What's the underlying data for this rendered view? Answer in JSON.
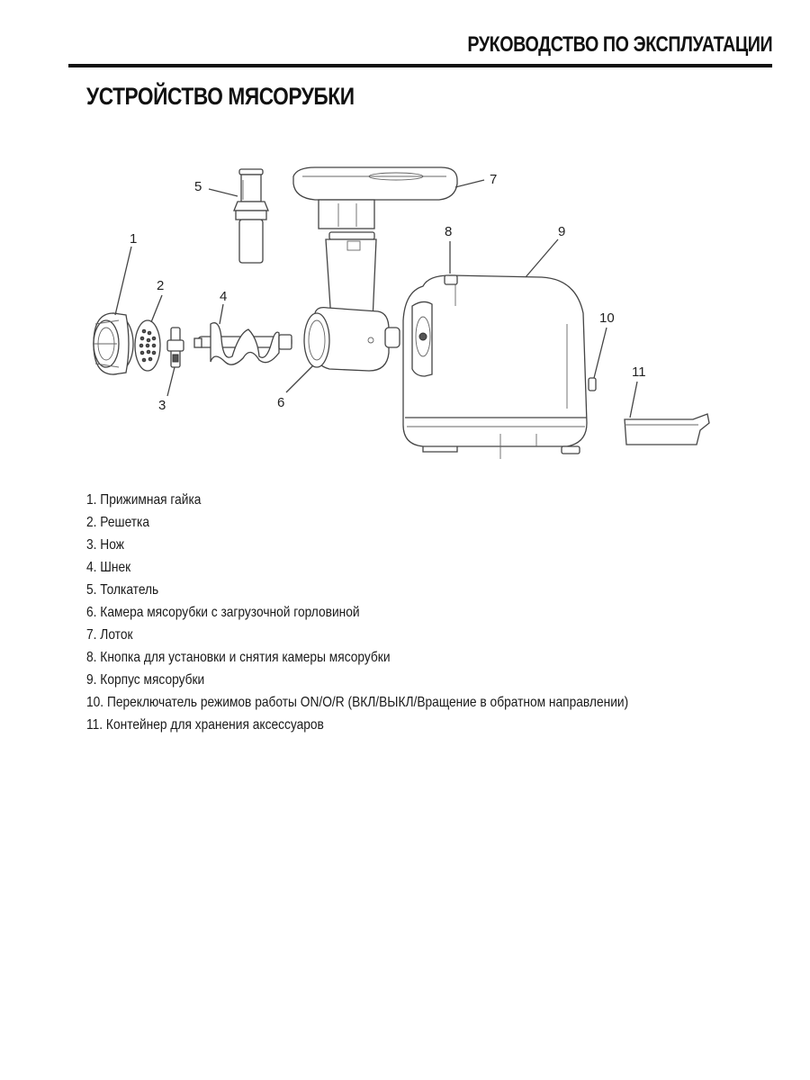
{
  "header": {
    "title": "РУКОВОДСТВО ПО ЭКСПЛУАТАЦИИ"
  },
  "section": {
    "title": "УСТРОЙСТВО МЯСОРУБКИ"
  },
  "figure": {
    "callouts": [
      "1",
      "2",
      "3",
      "4",
      "5",
      "6",
      "7",
      "8",
      "9",
      "10",
      "11"
    ]
  },
  "parts": [
    "1. Прижимная гайка",
    "2. Решетка",
    "3. Нож",
    "4. Шнек",
    "5. Толкатель",
    "6. Камера мясорубки с загрузочной горловиной",
    "7. Лоток",
    "8. Кнопка для установки и снятия камеры мясорубки",
    "9. Корпус мясорубки",
    "10. Переключатель режимов работы ON/O/R (ВКЛ/ВЫКЛ/Вращение в обратном направлении)",
    "11. Контейнер для хранения аксессуаров"
  ]
}
